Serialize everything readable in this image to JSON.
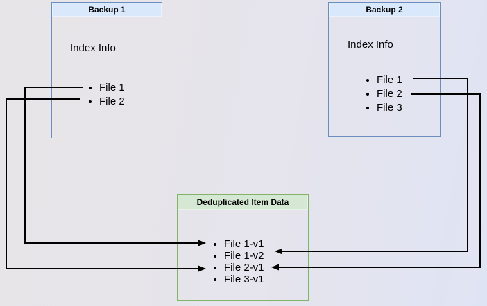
{
  "diagram": {
    "backup1": {
      "title": "Backup 1",
      "subtitle": "Index Info",
      "files": [
        "File 1",
        "File 2"
      ]
    },
    "backup2": {
      "title": "Backup 2",
      "subtitle": "Index Info",
      "files": [
        "File 1",
        "File 2",
        "File 3"
      ]
    },
    "dedup": {
      "title": "Deduplicated Item Data",
      "items": [
        "File 1-v1",
        "File 1-v2",
        "File 2-v1",
        "File 3-v1"
      ]
    },
    "connections": [
      {
        "from": "Backup 1 / File 1",
        "to": "File 1-v1"
      },
      {
        "from": "Backup 1 / File 2",
        "to": "File 2-v1"
      },
      {
        "from": "Backup 2 / File 1",
        "to": "File 1-v2"
      },
      {
        "from": "Backup 2 / File 2",
        "to": "File 2-v1"
      }
    ],
    "colors": {
      "backup_fill": "#dae8fc",
      "backup_border": "#6c8ebf",
      "dedup_fill": "#d5e8d4",
      "dedup_border": "#82b366",
      "arrow": "#000000",
      "text": "#000000"
    }
  }
}
